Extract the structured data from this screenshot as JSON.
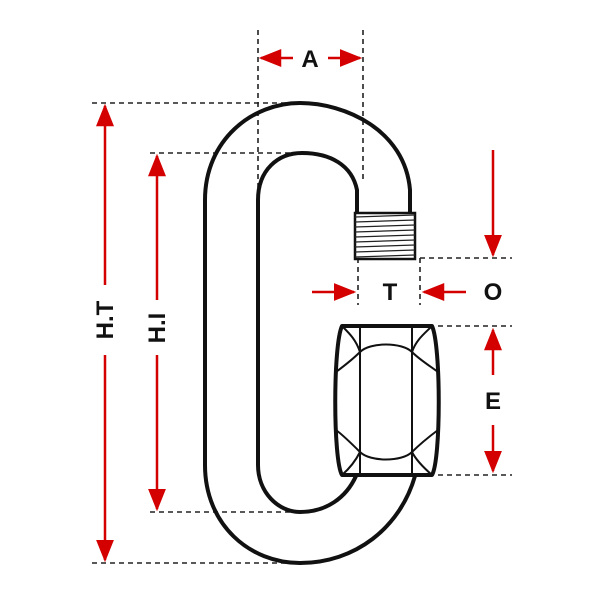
{
  "colors": {
    "dimension_arrow": "#d40000",
    "outline": "#111111",
    "guide_line": "#222222",
    "background": "#ffffff"
  },
  "labels": {
    "a": "A",
    "t": "T",
    "o": "O",
    "e": "E",
    "ht": "H.T",
    "hi": "H.I"
  }
}
